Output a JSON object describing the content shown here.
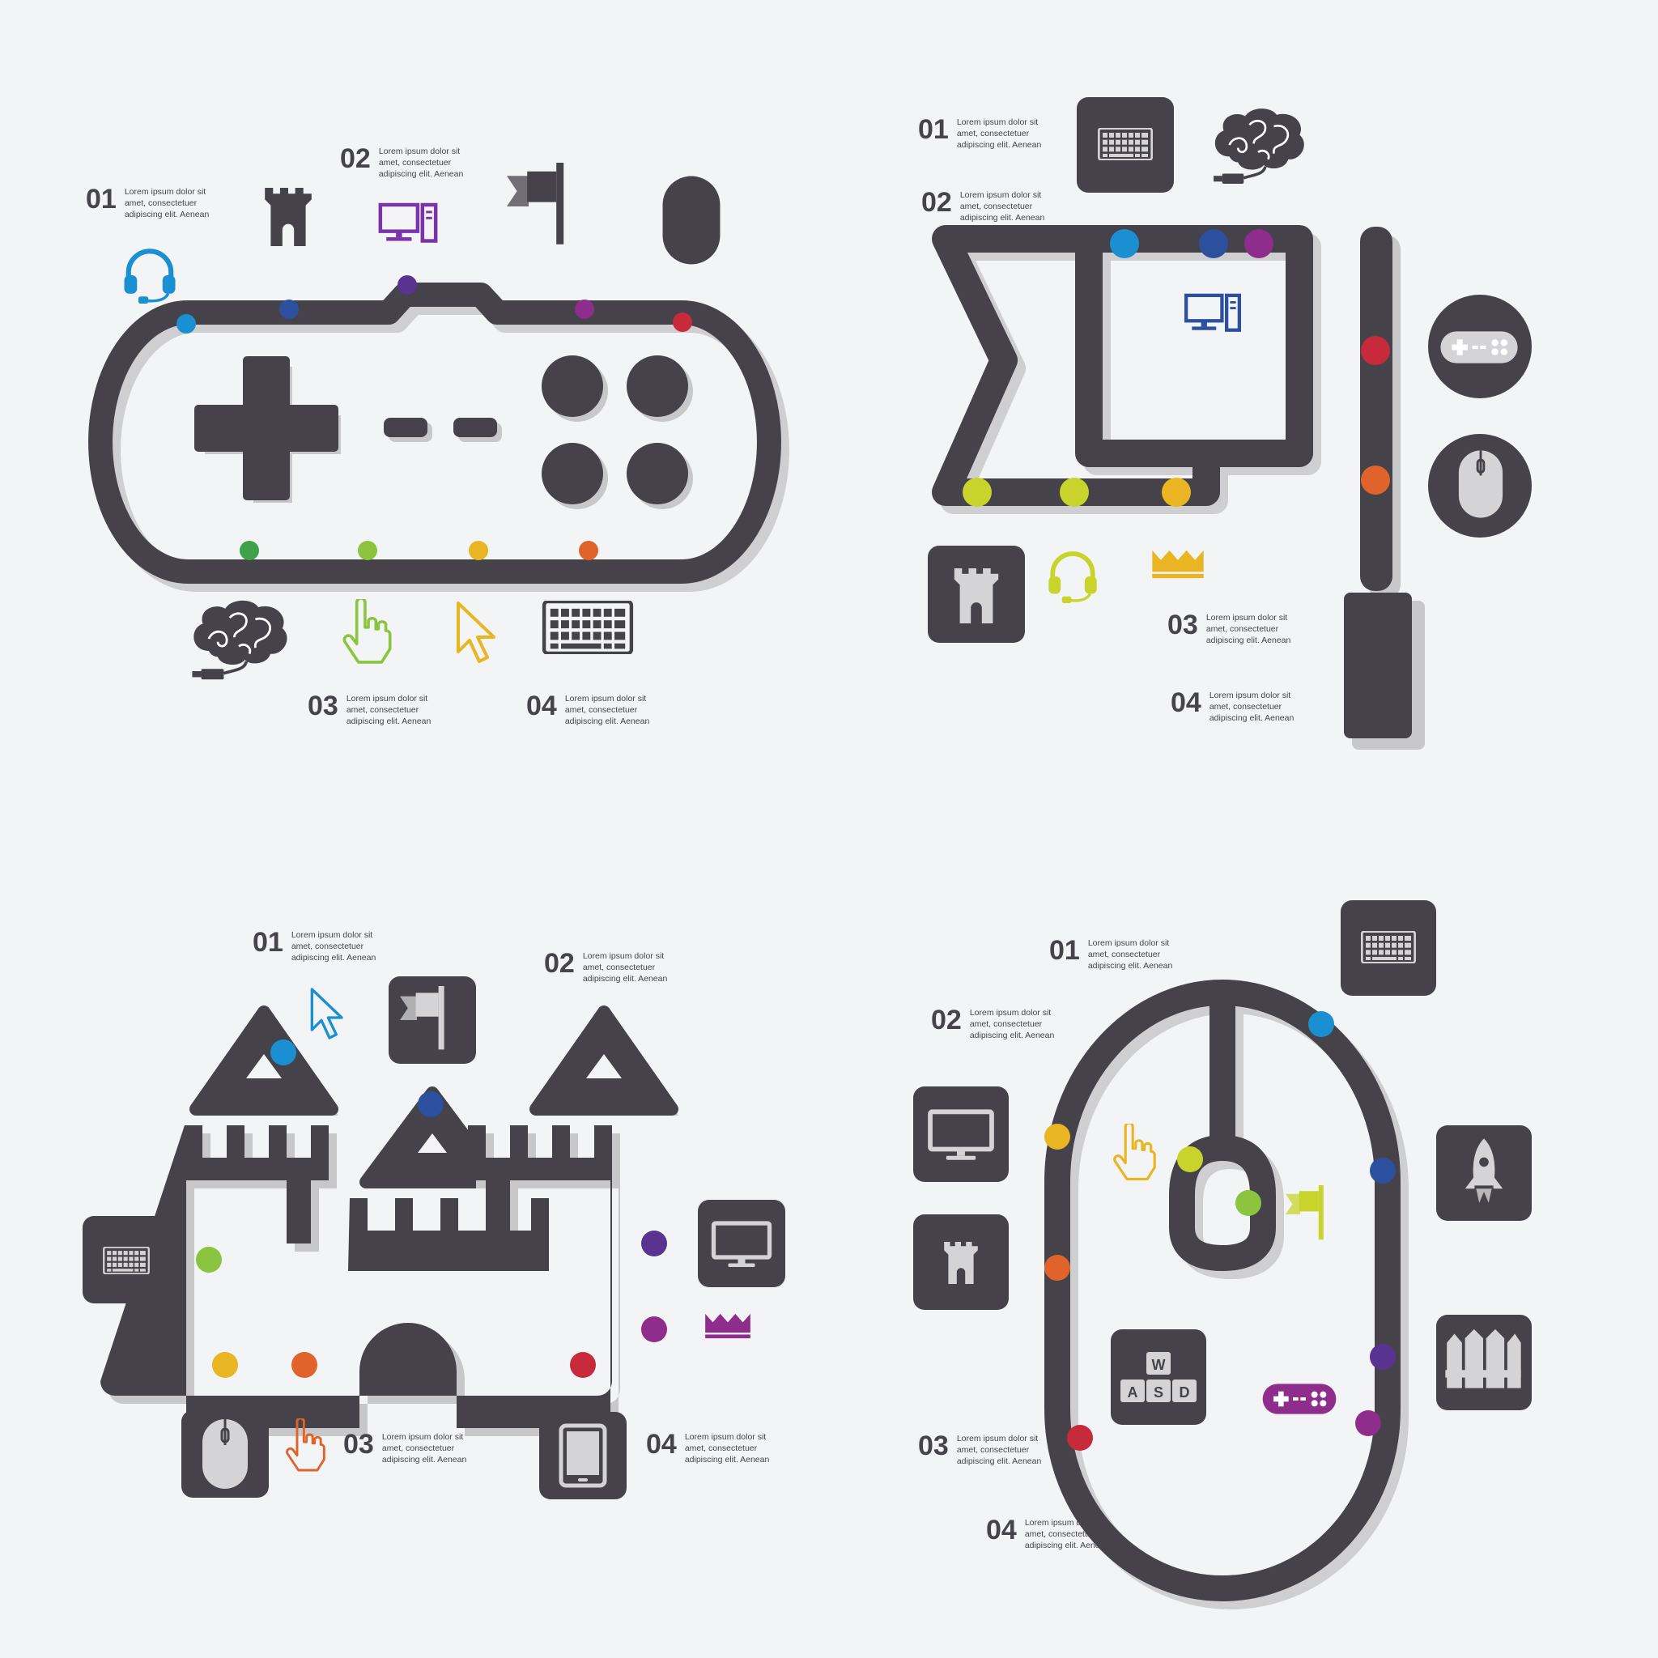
{
  "colors": {
    "background": "#f3f4f6",
    "track": "#45424a",
    "shadow": "#c9c9cc",
    "icon_tile": "#45424a",
    "icon_light": "#d4d4d6",
    "dots": [
      "#1a8fd1",
      "#2c4f9e",
      "#5a3290",
      "#8e2d8c",
      "#c72a3a",
      "#e0632b",
      "#e9b522",
      "#c8d42b",
      "#8bc53f",
      "#3fa24a"
    ]
  },
  "panels": [
    {
      "id": "gamepad",
      "icons": [
        "headset-icon",
        "castle-tower-icon",
        "desktop-computer-icon",
        "flag-icon",
        "mouse-icon",
        "brain-usb-icon",
        "pointing-hand-icon",
        "arrow-cursor-icon",
        "keyboard-icon"
      ],
      "steps": [
        {
          "number": "01",
          "lines": [
            "Lorem ipsum dolor sit",
            "amet, consectetuer",
            "adipiscing elit. Aenean"
          ]
        },
        {
          "number": "02",
          "lines": [
            "Lorem ipsum dolor sit",
            "amet, consectetuer",
            "adipiscing elit. Aenean"
          ]
        },
        {
          "number": "03",
          "lines": [
            "Lorem ipsum dolor sit",
            "amet, consectetuer",
            "adipiscing elit. Aenean"
          ]
        },
        {
          "number": "04",
          "lines": [
            "Lorem ipsum dolor sit",
            "amet, consectetuer",
            "adipiscing elit. Aenean"
          ]
        }
      ]
    },
    {
      "id": "flag",
      "icons": [
        "keyboard-tile-icon",
        "brain-usb-icon",
        "desktop-computer-icon",
        "gamepad-circle-icon",
        "mouse-circle-icon",
        "castle-tile-icon",
        "headset-icon",
        "crown-icon"
      ],
      "steps": [
        {
          "number": "01",
          "lines": [
            "Lorem ipsum dolor sit",
            "amet, consectetuer",
            "adipiscing elit. Aenean"
          ]
        },
        {
          "number": "02",
          "lines": [
            "Lorem ipsum dolor sit",
            "amet, consectetuer",
            "adipiscing elit. Aenean"
          ]
        },
        {
          "number": "03",
          "lines": [
            "Lorem ipsum dolor sit",
            "amet, consectetuer",
            "adipiscing elit. Aenean"
          ]
        },
        {
          "number": "04",
          "lines": [
            "Lorem ipsum dolor sit",
            "amet, consectetuer",
            "adipiscing elit. Aenean"
          ]
        }
      ]
    },
    {
      "id": "castle",
      "icons": [
        "arrow-cursor-icon",
        "flag-tile-icon",
        "keyboard-tile-icon",
        "monitor-tile-icon",
        "crown-icon",
        "mouse-tile-icon",
        "pointing-hand-icon",
        "tablet-tile-icon"
      ],
      "steps": [
        {
          "number": "01",
          "lines": [
            "Lorem ipsum dolor sit",
            "amet, consectetuer",
            "adipiscing elit. Aenean"
          ]
        },
        {
          "number": "02",
          "lines": [
            "Lorem ipsum dolor sit",
            "amet, consectetuer",
            "adipiscing elit. Aenean"
          ]
        },
        {
          "number": "03",
          "lines": [
            "Lorem ipsum dolor sit",
            "amet, consectetuer",
            "adipiscing elit. Aenean"
          ]
        },
        {
          "number": "04",
          "lines": [
            "Lorem ipsum dolor sit",
            "amet, consectetuer",
            "adipiscing elit. Aenean"
          ]
        }
      ]
    },
    {
      "id": "mouse",
      "icons": [
        "keyboard-tile-icon",
        "monitor-tile-icon",
        "castle-tile-icon",
        "pointing-hand-icon",
        "flag-icon",
        "rocket-tile-icon",
        "fence-tile-icon",
        "wasd-keys-tile-icon",
        "gamepad-icon"
      ],
      "wasd_keys": [
        "W",
        "A",
        "S",
        "D"
      ],
      "steps": [
        {
          "number": "01",
          "lines": [
            "Lorem ipsum dolor sit",
            "amet, consectetuer",
            "adipiscing elit. Aenean"
          ]
        },
        {
          "number": "02",
          "lines": [
            "Lorem ipsum dolor sit",
            "amet, consectetuer",
            "adipiscing elit. Aenean"
          ]
        },
        {
          "number": "03",
          "lines": [
            "Lorem ipsum dolor sit",
            "amet, consectetuer",
            "adipiscing elit. Aenean"
          ]
        },
        {
          "number": "04",
          "lines": [
            "Lorem ipsum dolor sit",
            "amet, consectetuer",
            "adipiscing elit. Aenean"
          ]
        }
      ]
    }
  ]
}
